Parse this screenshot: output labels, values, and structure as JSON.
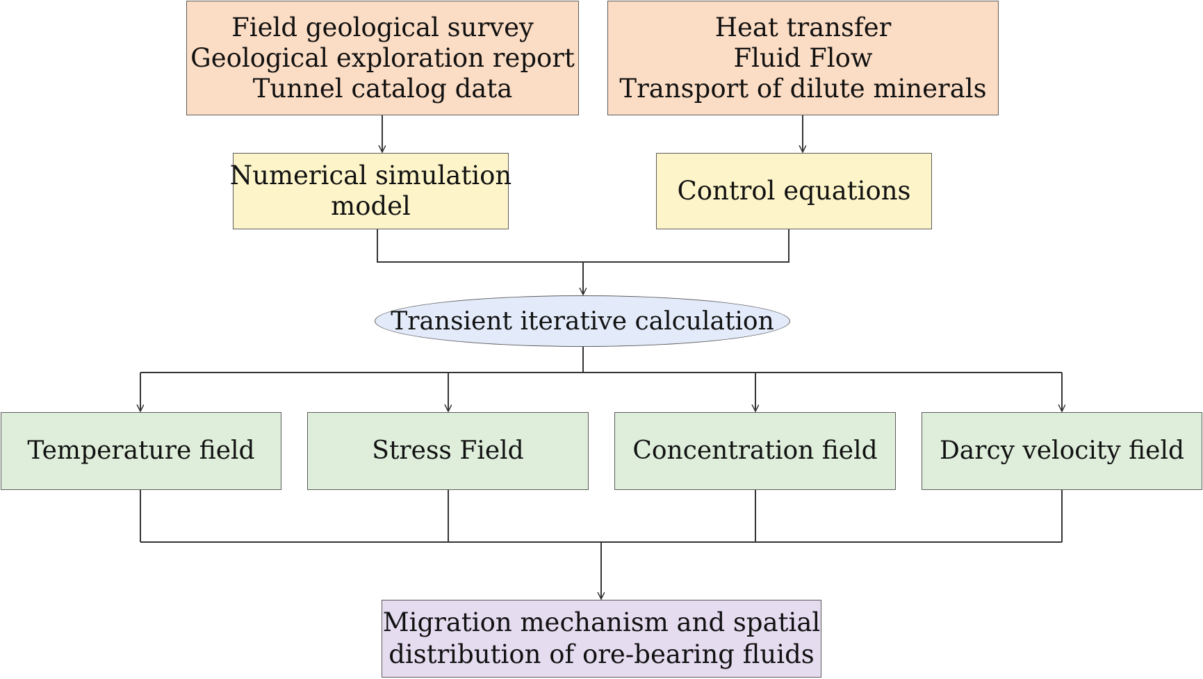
{
  "inputs": {
    "geology": [
      "Field geological survey",
      "Geological exploration report",
      "Tunnel catalog data"
    ],
    "physics": [
      "Heat transfer",
      "Fluid Flow",
      "Transport of dilute minerals"
    ]
  },
  "models": {
    "numerical": [
      "Numerical simulation",
      "model"
    ],
    "control": "Control equations"
  },
  "calculation": "Transient iterative calculation",
  "fields": [
    "Temperature field",
    "Stress Field",
    "Concentration field",
    "Darcy velocity field"
  ],
  "output": [
    "Migration mechanism and spatial",
    "distribution of ore-bearing fluids"
  ],
  "colors": {
    "input_fill": "#fbdcc4",
    "model_fill": "#fdf5c9",
    "calculation_fill": "#e3ebfa",
    "field_fill": "#deeedb",
    "output_fill": "#e5dcf0",
    "line": "#333333"
  }
}
